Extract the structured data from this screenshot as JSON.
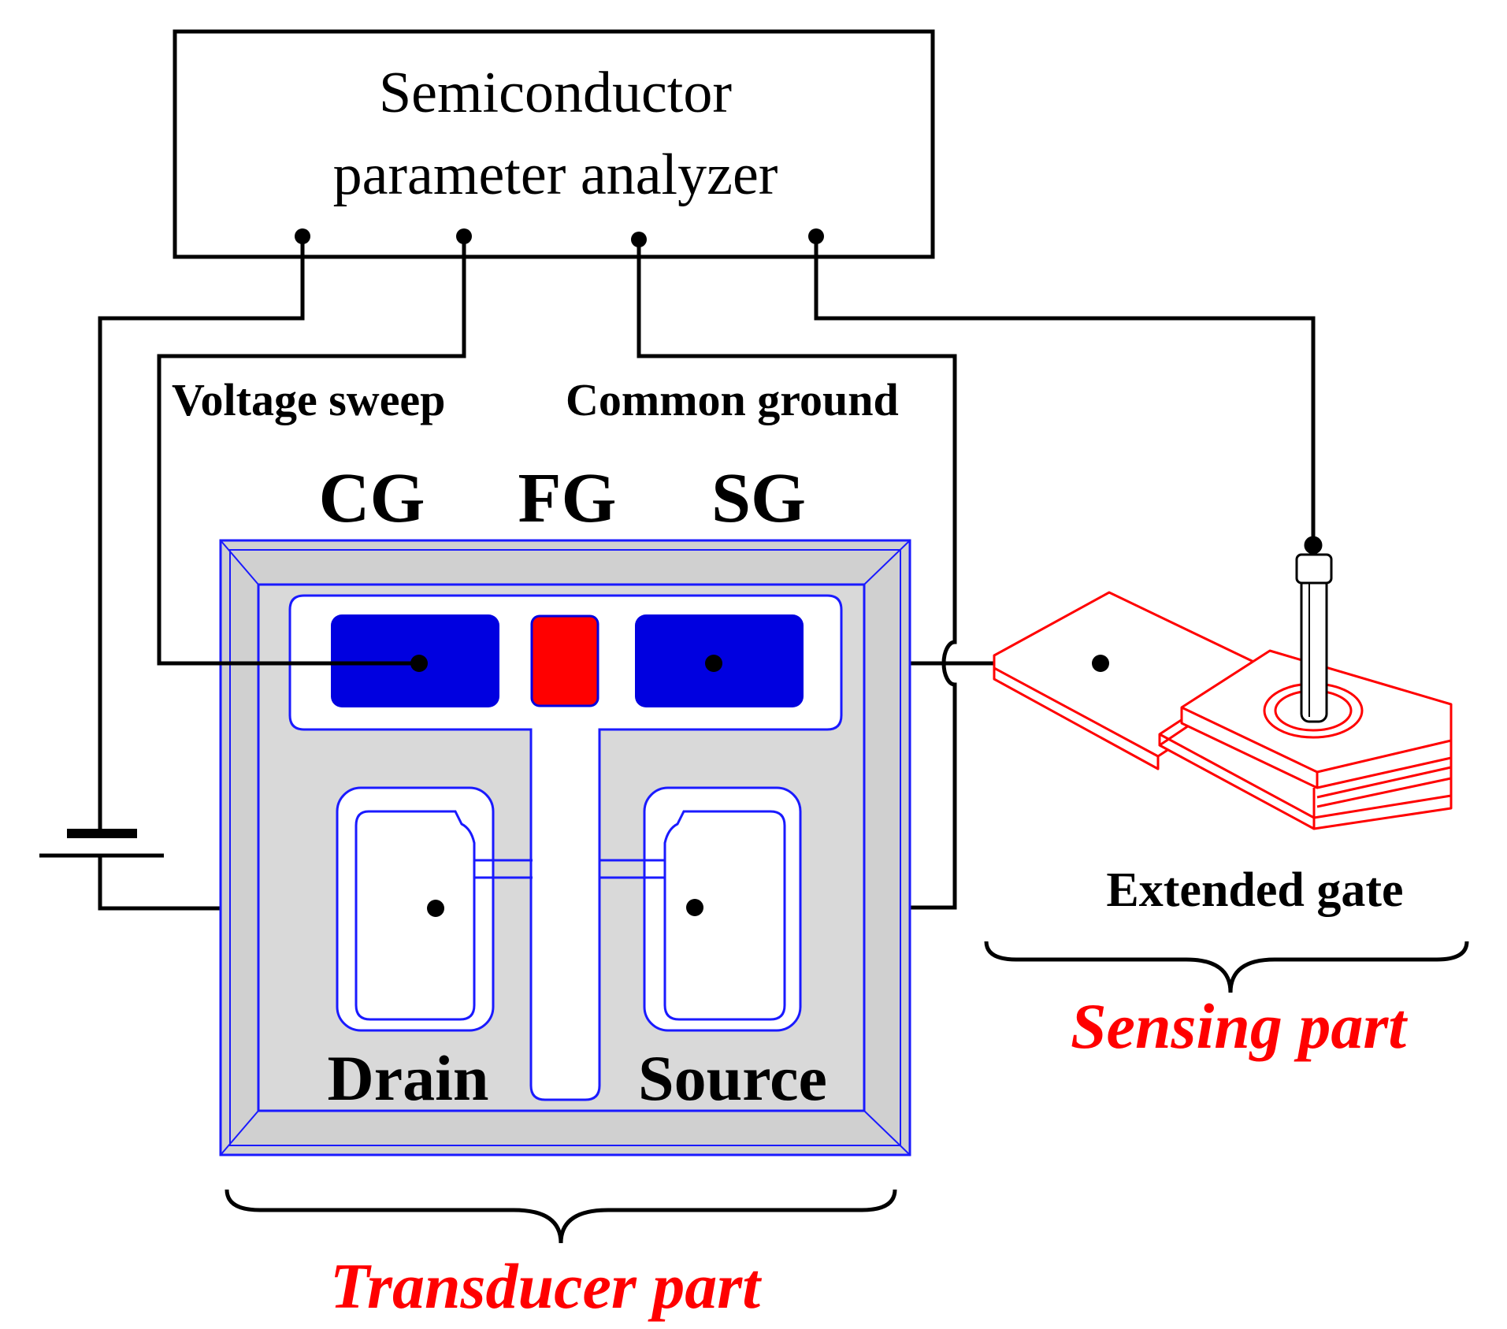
{
  "analyzer": {
    "line1": "Semiconductor",
    "line2": "parameter analyzer"
  },
  "labels": {
    "voltage_sweep": "Voltage sweep",
    "common_ground": "Common ground",
    "cg": "CG",
    "fg": "FG",
    "sg": "SG",
    "drain": "Drain",
    "source": "Source",
    "extended_gate": "Extended gate",
    "transducer_part": "Transducer part",
    "sensing_part": "Sensing part"
  },
  "colors": {
    "wire": "#000000",
    "transducer_outline": "#1a1aff",
    "transducer_fill": "#d9d9d9",
    "gate_pad": "#0000e0",
    "floating_gate": "#ff0000",
    "sensing": "#ff0000",
    "part_label": "#ff0000"
  }
}
